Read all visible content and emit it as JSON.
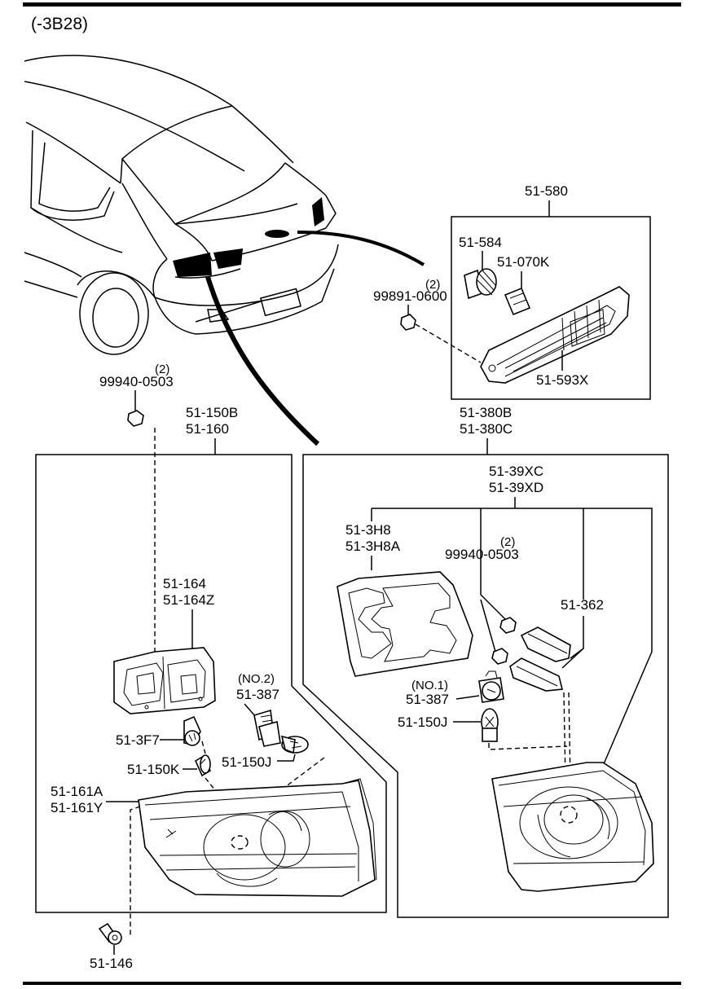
{
  "header": {
    "code": "(-3B28)"
  },
  "labels": {
    "lamp_assembly_top": "51-580",
    "socket_5184": "51-584",
    "bulb_070k": "51-070K",
    "nut_qty_top": "(2)",
    "nut_99891": "99891-0600",
    "lens_593x": "51-593X",
    "nut_qty_left": "(2)",
    "nut_99940_left": "99940-0503",
    "outer_lamp_1": "51-150B",
    "outer_lamp_2": "51-160",
    "inner_lamp_1": "51-380B",
    "inner_lamp_2": "51-380C",
    "garnish_1": "51-39XC",
    "garnish_2": "51-39XD",
    "gasket_r1": "51-3H8",
    "gasket_r2": "51-3H8A",
    "nut_qty_right": "(2)",
    "nut_99940_right": "99940-0503",
    "bracket_362": "51-362",
    "gasket_l1": "51-164",
    "gasket_l2": "51-164Z",
    "no2": "(NO.2)",
    "socket_no2": "51-387",
    "no1": "(NO.1)",
    "socket_no1": "51-387",
    "bulb_150j_right": "51-150J",
    "socket_3f7": "51-3F7",
    "bulb_150j_left": "51-150J",
    "bulb_150k": "51-150K",
    "lens_161a": "51-161A",
    "lens_161y": "51-161Y",
    "clip_146": "51-146"
  }
}
